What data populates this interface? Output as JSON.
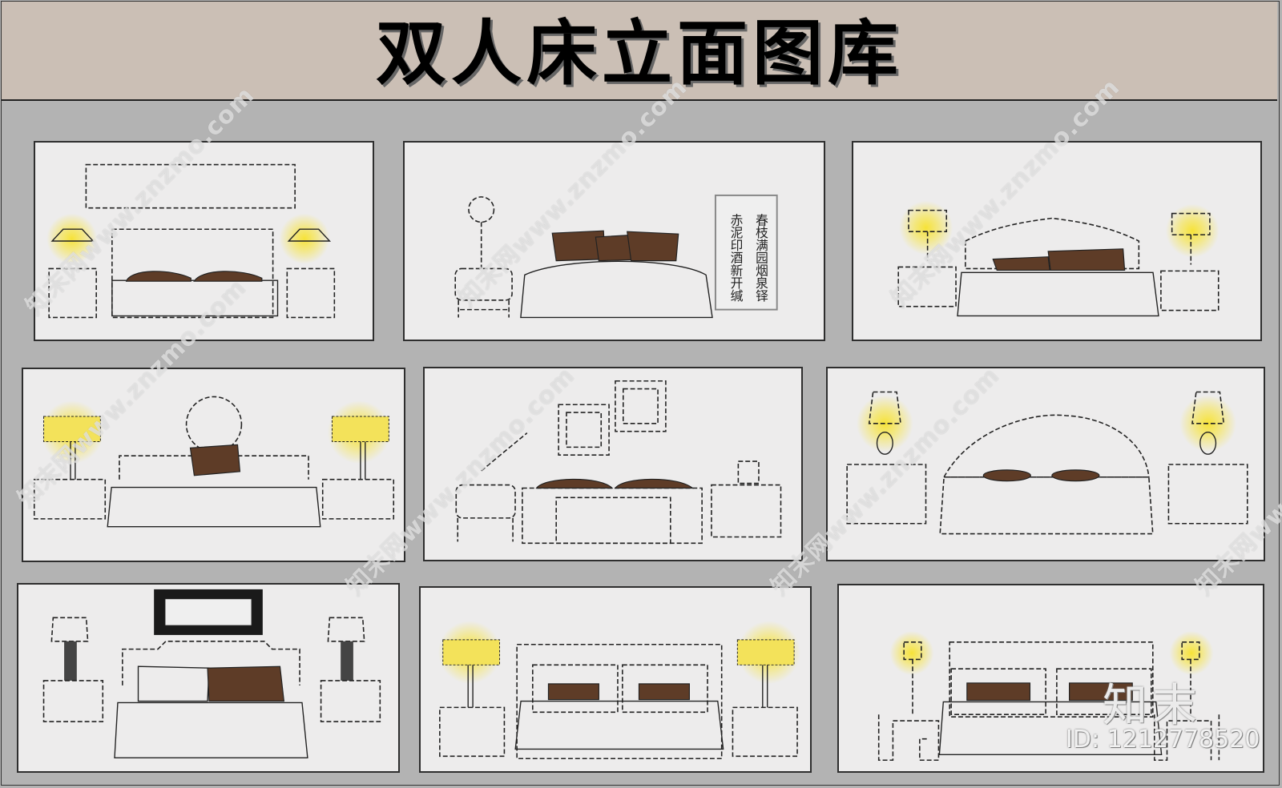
{
  "header": {
    "title": "双人床立面图库"
  },
  "colors": {
    "header_bg": "#cbbfb5",
    "page_bg": "#b3b3b3",
    "panel_bg": "#edecec",
    "pillow": "#5e3c27",
    "lamp_glow": "#f5e13a"
  },
  "panels": [
    {
      "label": "double-bed-elevation-1",
      "features": [
        "rectangular wall frame",
        "two bedside tables",
        "two yellow lamps",
        "brown pillows"
      ]
    },
    {
      "label": "double-bed-elevation-2",
      "features": [
        "round floor lamp",
        "bedside table",
        "brown pillows",
        "calligraphy scroll"
      ],
      "calligraphy": {
        "line1": "春枝满园烟泉铎",
        "line2": "赤泥印酒新开缄"
      }
    },
    {
      "label": "double-bed-elevation-3",
      "features": [
        "tufted arched headboard",
        "two yellow lamps",
        "two bedside tables"
      ]
    },
    {
      "label": "double-bed-elevation-4",
      "features": [
        "round-frame headboard",
        "striped lamps",
        "chest of drawers"
      ]
    },
    {
      "label": "double-bed-elevation-5",
      "features": [
        "two picture frames",
        "desk lamp",
        "photo frame",
        "bench"
      ]
    },
    {
      "label": "double-bed-elevation-6",
      "features": [
        "diamond tufted headboard",
        "ruffled skirt",
        "yellow lamps"
      ]
    },
    {
      "label": "double-bed-elevation-7",
      "features": [
        "ornate black mirror",
        "lattice lamps",
        "draped bedspread"
      ]
    },
    {
      "label": "double-bed-elevation-8",
      "features": [
        "panel headboard",
        "striped lamps",
        "two pillows"
      ]
    },
    {
      "label": "double-bed-elevation-9",
      "features": [
        "tall headboard",
        "fret-pattern side tables",
        "small yellow lamps"
      ]
    }
  ],
  "watermarks": {
    "site": "知末网www.znzmo.com",
    "brand": "知末",
    "id": "ID: 1212778520"
  }
}
